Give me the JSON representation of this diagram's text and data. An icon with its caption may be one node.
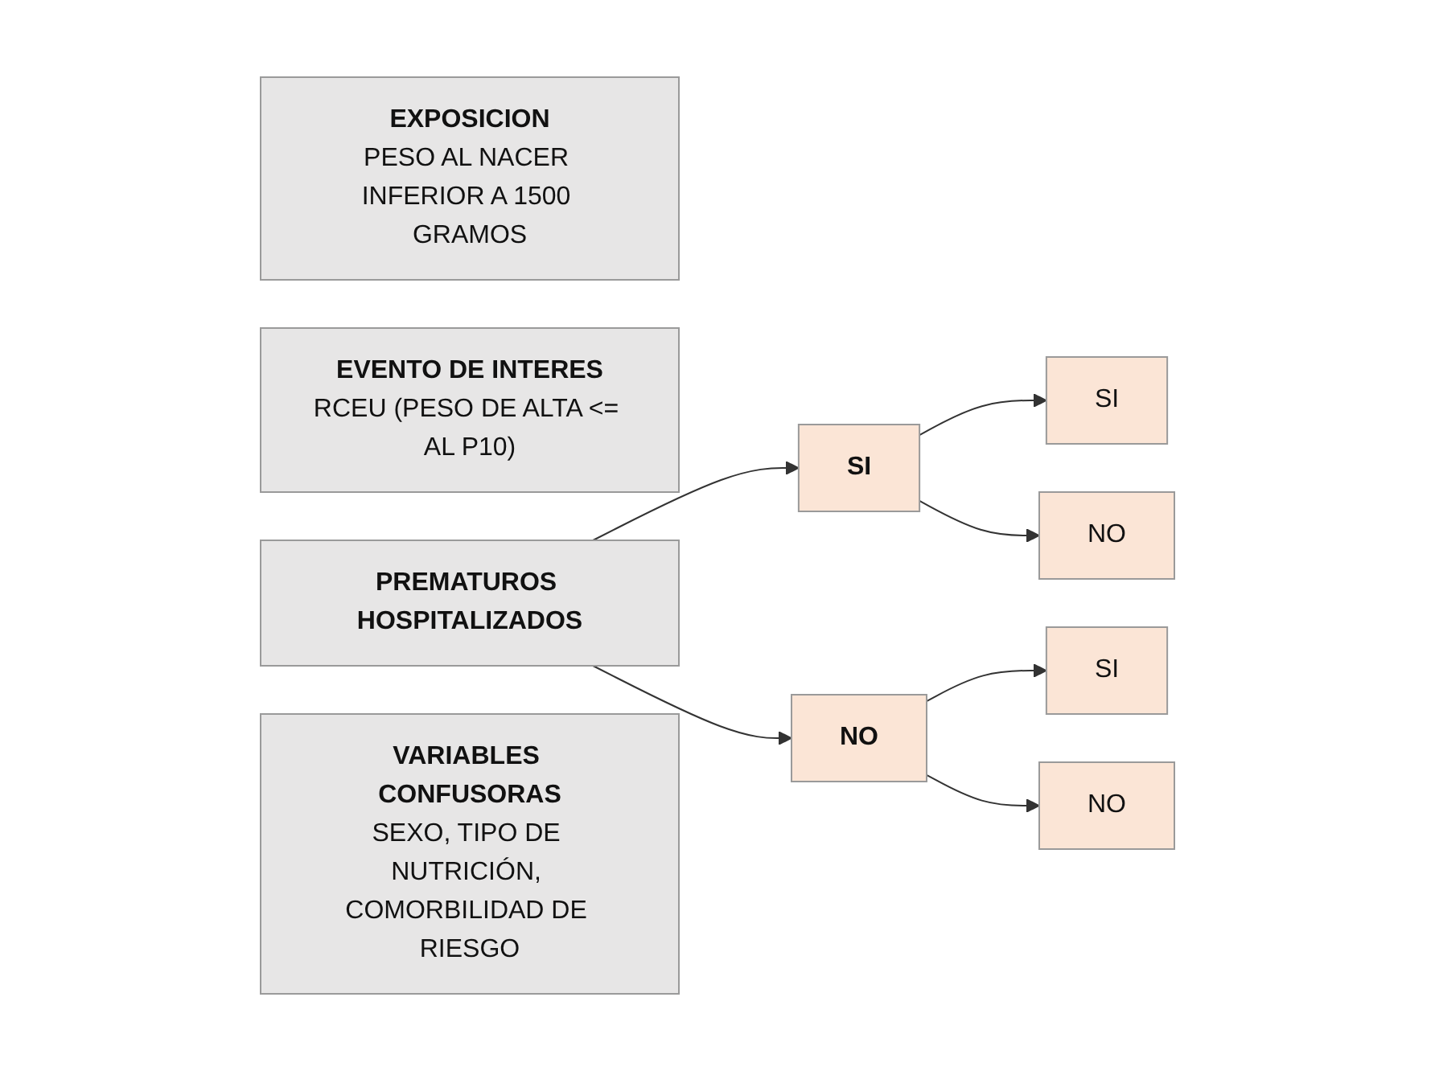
{
  "diagram": {
    "nodes": [
      {
        "text": [
          "EXPOSICION",
          "PESO AL NACER INFERIOR A 1500 GRAMOS"
        ]
      },
      {
        "text": [
          "EVENTO DE INTERES",
          "RCEU (PESO DE ALTA <= AL P10)"
        ]
      },
      {
        "text": [
          "PREMATUROS HOSPITALIZADOS"
        ]
      },
      {
        "text": [
          "SI"
        ]
      },
      {
        "text": [
          "SI"
        ]
      },
      {
        "text": [
          "NO"
        ]
      },
      {
        "text": [
          "NO"
        ]
      },
      {
        "text": [
          "SI"
        ]
      },
      {
        "text": [
          "NO"
        ]
      },
      {
        "text": [
          "VARIABLES CONFUSORAS",
          "SEXO, TIPO DE NUTRICIÓN, COMORBILIDAD DE RIESGO"
        ]
      }
    ],
    "edges": [
      {
        "from": 2,
        "to": 3,
        "arrow": "to"
      },
      {
        "from": 2,
        "to": 6,
        "arrow": "to"
      },
      {
        "from": 3,
        "to": 4,
        "arrow": "to"
      },
      {
        "from": 3,
        "to": 5,
        "arrow": "to"
      },
      {
        "from": 6,
        "to": 7,
        "arrow": "to"
      },
      {
        "from": 6,
        "to": 8,
        "arrow": "to"
      }
    ]
  }
}
